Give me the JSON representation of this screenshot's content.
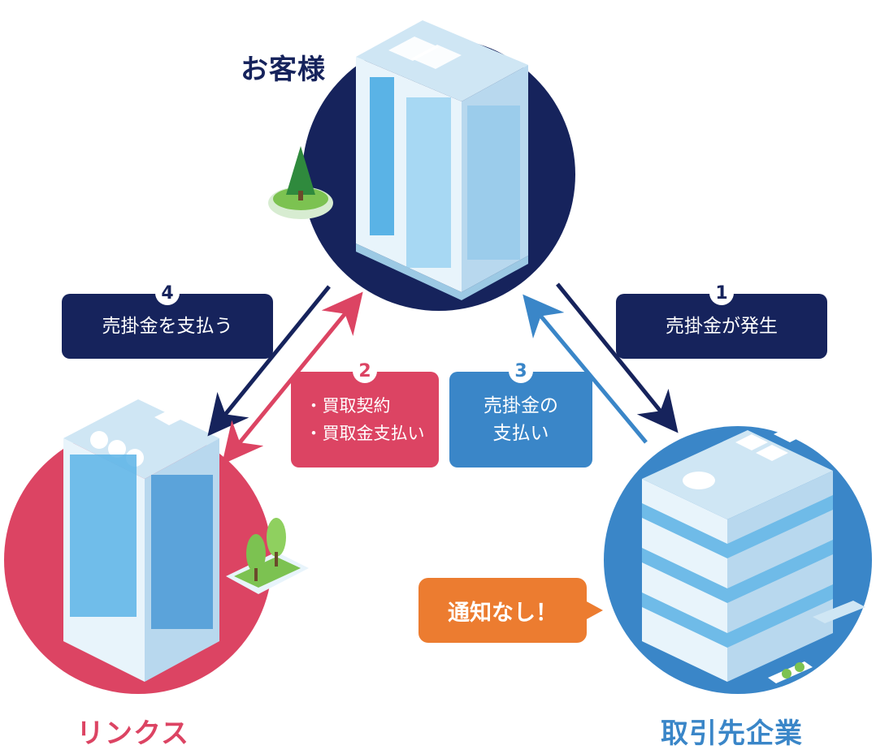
{
  "entities": {
    "customer": {
      "label": "お客様",
      "color": "#16235c"
    },
    "links": {
      "label": "リンクス",
      "color": "#dc4463"
    },
    "partner": {
      "label": "取引先企業",
      "color": "#3a86c8"
    }
  },
  "steps": [
    {
      "number": "1",
      "lines": [
        "売掛金が発生"
      ],
      "color": "#16235c"
    },
    {
      "number": "2",
      "lines": [
        "・買取契約",
        "・買取金支払い"
      ],
      "color": "#dc4463"
    },
    {
      "number": "3",
      "lines": [
        "売掛金の",
        "支払い"
      ],
      "color": "#3a86c8"
    },
    {
      "number": "4",
      "lines": [
        "売掛金を支払う"
      ],
      "color": "#16235c"
    }
  ],
  "callout": {
    "text": "通知なし！",
    "color": "#ec7c30"
  }
}
